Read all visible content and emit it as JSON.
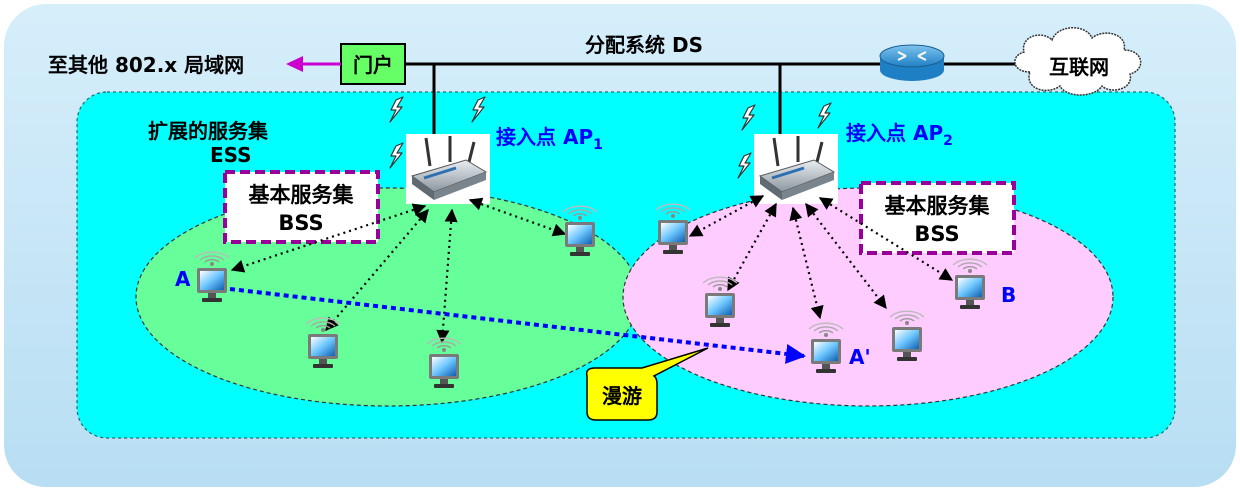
{
  "labels": {
    "ds": "分配系统 DS",
    "other_lan": "至其他 802.x 局域网",
    "portal": "门户",
    "internet": "互联网",
    "ess_line1": "扩展的服务集",
    "ess_line2": "ESS",
    "ap1_main": "接入点 AP",
    "ap1_sub": "1",
    "ap2_main": "接入点 AP",
    "ap2_sub": "2",
    "bss1_line1": "基本服务集",
    "bss1_line2": "BSS",
    "bss2_line1": "基本服务集",
    "bss2_line2": "BSS",
    "station_a": "A",
    "station_a_prime": "A'",
    "station_b": "B",
    "roaming": "漫游"
  },
  "colors": {
    "outer_bg": "#cde9f7",
    "ess_bg": "#00ffff",
    "bss1_fill": "#66ff99",
    "bss2_fill": "#ffccff",
    "bss_box_border": "#990099",
    "portal_fill": "#66ff66",
    "arrow_purple": "#cc00cc",
    "roaming_arrow": "#0000ff",
    "ap_label": "#0000ff",
    "callout_fill": "#ffff00",
    "router": "#3399dd"
  },
  "icons": {
    "router": "router-icon",
    "cloud": "cloud-icon",
    "access_point": "wireless-router-icon",
    "station": "wireless-monitor-icon",
    "lightning": "lightning-bolt-icon"
  }
}
